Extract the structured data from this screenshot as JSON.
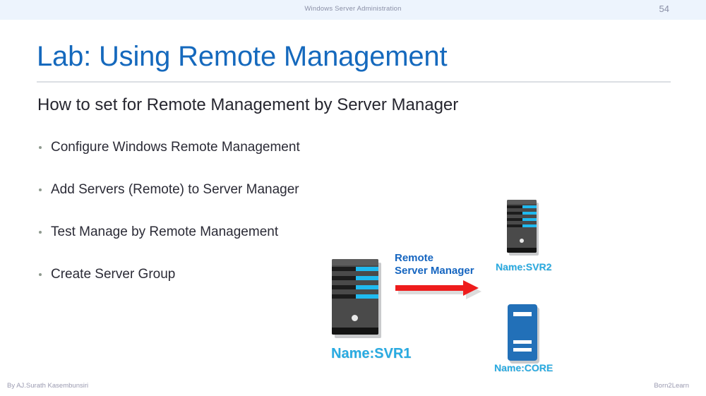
{
  "header": {
    "title": "Windows Server Administration",
    "page_number": "54",
    "band_color": "#edf4fd"
  },
  "slide": {
    "title": "Lab: Using Remote Management",
    "title_color": "#1569bd",
    "subtitle": "How to set for Remote Management by Server Manager",
    "bullets": [
      {
        "text": "Configure Windows Remote Management"
      },
      {
        "text": "Add Servers (Remote) to Server Manager"
      },
      {
        "text": "Test Manage by Remote Management"
      },
      {
        "text": "Create Server Group"
      }
    ]
  },
  "diagram": {
    "arrow_label_line1": "Remote",
    "arrow_label_line2": "Server Manager",
    "arrow_color": "#ee1c1c",
    "label_color": "#29abe2",
    "servers": [
      {
        "id": "svr1",
        "label": "Name:SVR1",
        "type": "tower-dark",
        "accent": "#1fbaf0"
      },
      {
        "id": "svr2",
        "label": "Name:SVR2",
        "type": "tower-dark",
        "accent": "#1fbaf0"
      },
      {
        "id": "core",
        "label": "Name:CORE",
        "type": "tower-blue",
        "accent": "#2270b8"
      }
    ]
  },
  "footer": {
    "left": "By AJ.Surath Kasembunsiri",
    "right": "Born2Learn"
  }
}
